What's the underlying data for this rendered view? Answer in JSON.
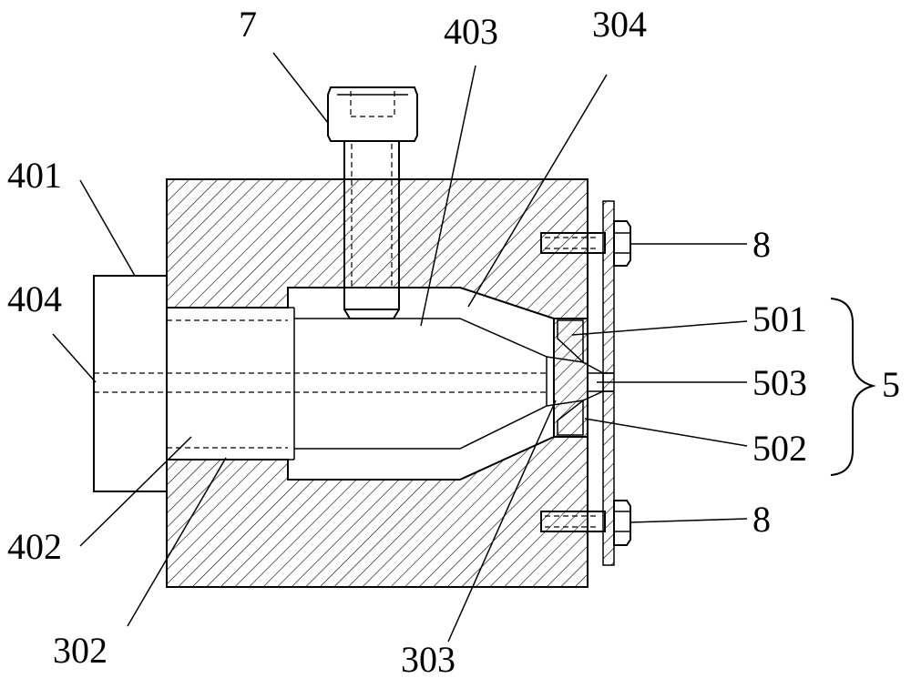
{
  "figure": {
    "labels": {
      "l7": "7",
      "l403": "403",
      "l304": "304",
      "l401": "401",
      "l404": "404",
      "l8_top": "8",
      "l501": "501",
      "l503": "503",
      "l5": "5",
      "l502": "502",
      "l8_bottom": "8",
      "l402": "402",
      "l302": "302",
      "l303": "303"
    }
  }
}
